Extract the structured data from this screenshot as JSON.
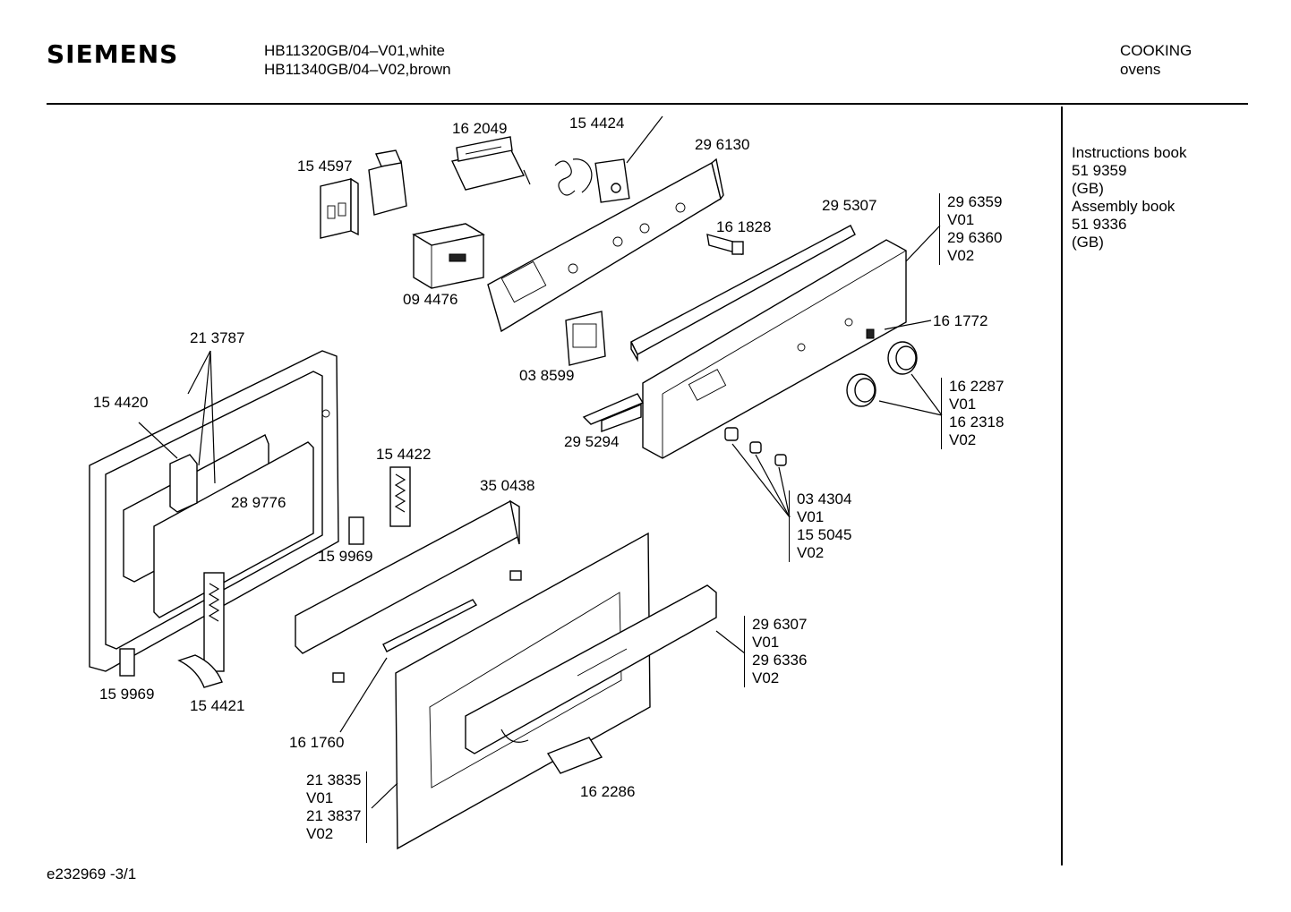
{
  "header": {
    "brand": "SIEMENS",
    "model_line_1": "HB11320GB/04–V01,white",
    "model_line_2": "HB11340GB/04–V02,brown",
    "category": "COOKING",
    "subcategory": "ovens"
  },
  "sidebar": {
    "lines": [
      "Instructions book",
      "51 9359",
      "(GB)",
      "Assembly book",
      "51 9336",
      "(GB)"
    ]
  },
  "footer": {
    "code": "e232969   -3/1"
  },
  "parts": {
    "p162049": "16 2049",
    "p154424": "15 4424",
    "p296130": "29 6130",
    "p154597": "15 4597",
    "p295307": "29 5307",
    "p161828": "16 1828",
    "p094476": "09 4476",
    "p213787": "21 3787",
    "p161772": "16 1772",
    "p038599": "03 8599",
    "p154420": "15 4420",
    "p295294": "29 5294",
    "p154422": "15 4422",
    "p350438": "35 0438",
    "p289776": "28 9776",
    "p159969a": "15 9969",
    "p159969b": "15 9969",
    "p154421": "15 4421",
    "p161760": "16 1760",
    "p162286": "16 2286"
  },
  "groups": {
    "g_panel": [
      "29 6359",
      "V01",
      "29 6360",
      "V02"
    ],
    "g_knobs": [
      "16 2287",
      "V01",
      "16 2318",
      "V02"
    ],
    "g_buttons": [
      "03 4304",
      "V01",
      "15 5045",
      "V02"
    ],
    "g_handle": [
      "29 6307",
      "V01",
      "29 6336",
      "V02"
    ],
    "g_door": [
      "21 3835",
      "V01",
      "21 3837",
      "V02"
    ]
  }
}
